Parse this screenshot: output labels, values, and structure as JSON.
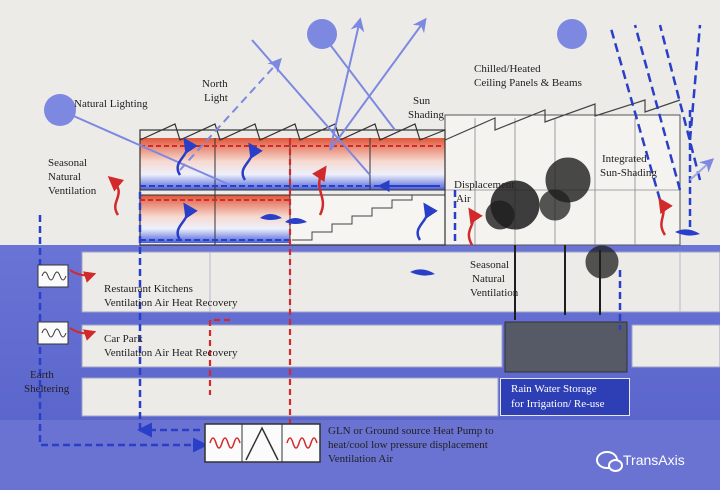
{
  "labels": {
    "natural_lighting": "Natural Lighting",
    "north_light_1": "North",
    "north_light_2": "Light",
    "sun_shading_1": "Sun",
    "sun_shading_2": "Shading",
    "chilled_1": "Chilled/Heated",
    "chilled_2": "Ceiling Panels & Beams",
    "seasonal_left_1": "Seasonal",
    "seasonal_left_2": "Natural",
    "seasonal_left_3": "Ventilation",
    "integrated_1": "Integrated",
    "integrated_2": "Sun-Shading",
    "displacement_1": "Displacement",
    "displacement_2": "Air",
    "seasonal_mid_1": "Seasonal",
    "seasonal_mid_2": "Natural",
    "seasonal_mid_3": "Ventilation",
    "restaurant_1": "Restaurant Kitchens",
    "restaurant_2": "Ventilation Air Heat Recovery",
    "carpark_1": "Car Park",
    "carpark_2": "Ventilation Air Heat  Recovery",
    "earth_1": "Earth",
    "earth_2": "Sheltering",
    "rain_1": "Rain Water Storage",
    "rain_2": "for Irrigation/ Re-use",
    "gln_1": "GLN or Ground source Heat Pump to",
    "gln_2": "heat/cool low pressure displacement",
    "gln_3": "Ventilation Air"
  },
  "watermark": "TransAxis",
  "colors": {
    "ground": "#5f6ad0",
    "slab": "#ecebe8",
    "warm": "#e0573a",
    "cool": "#4a5fd8",
    "duct_blue": "#2a3fc8",
    "duct_red": "#d22a2a",
    "sun": "#7d88e0",
    "storage": "#2e3fb5"
  },
  "icons": [
    "sun-icon",
    "sun-icon",
    "sun-icon",
    "heat-exchanger-icon",
    "heat-pump-icon",
    "tree-icon",
    "wechat-logo-icon"
  ]
}
